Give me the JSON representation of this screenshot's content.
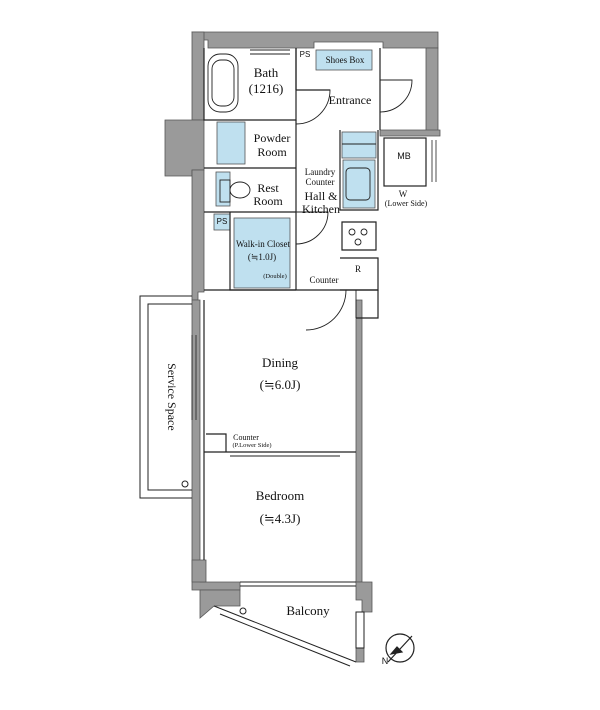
{
  "colors": {
    "wall": "#9a9a9a",
    "water": "#bfe0ef",
    "line": "#222222"
  },
  "icons": {
    "compass": "north-arrow-icon"
  },
  "rooms": {
    "bath": "Bath",
    "bath_size": "(1216)",
    "shoes_box": "Shoes Box",
    "ps": "PS",
    "entrance": "Entrance",
    "powder_room_1": "Powder",
    "powder_room_2": "Room",
    "mb": "MB",
    "laundry_counter_1": "Laundry",
    "laundry_counter_2": "Counter",
    "rest_room_1": "Rest",
    "rest_room_2": "Room",
    "hall_kitchen_1": "Hall &",
    "hall_kitchen_2": "Kitchen",
    "w_label": "W",
    "w_sub": "(Lower Side)",
    "walk_in_closet": "Walk-in Closet",
    "walk_in_closet_size": "(≒1.0J)",
    "walk_in_closet_note": "(Double)",
    "r_label": "R",
    "counter": "Counter",
    "service_space": "Service Space",
    "dining": "Dining",
    "dining_size": "(≒6.0J)",
    "counter_lower": "Counter",
    "counter_lower_sub": "(P.Lower Side)",
    "bedroom": "Bedroom",
    "bedroom_size": "(≒4.3J)",
    "balcony": "Balcony",
    "compass_n": "N"
  }
}
